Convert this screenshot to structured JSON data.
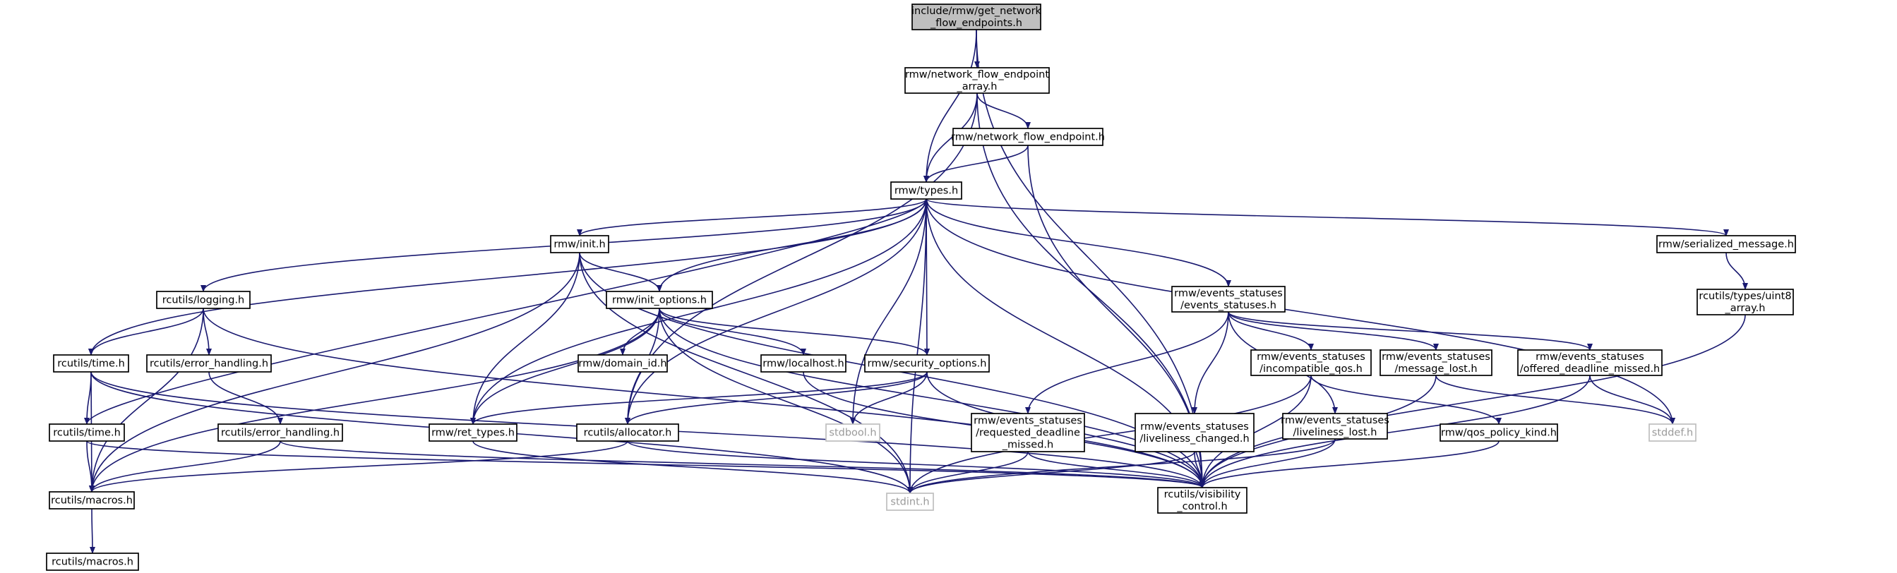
{
  "colors": {
    "edge": "#191970",
    "node_border": "#000000",
    "node_fill": "#ffffff",
    "root_fill": "#bfbfbf",
    "external_border": "#bfbfbf",
    "external_text": "#9a9a9a"
  },
  "nodes": [
    {
      "id": "root",
      "lines": [
        "include/rmw/get_network",
        "_flow_endpoints.h"
      ],
      "kind": "root"
    },
    {
      "id": "nfe_array",
      "lines": [
        "rmw/network_flow_endpoint",
        "_array.h"
      ],
      "kind": "normal"
    },
    {
      "id": "nfe",
      "lines": [
        "rmw/network_flow_endpoint.h"
      ],
      "kind": "normal"
    },
    {
      "id": "types",
      "lines": [
        "rmw/types.h"
      ],
      "kind": "normal"
    },
    {
      "id": "init",
      "lines": [
        "rmw/init.h"
      ],
      "kind": "normal"
    },
    {
      "id": "serialized",
      "lines": [
        "rmw/serialized_message.h"
      ],
      "kind": "normal"
    },
    {
      "id": "uint8",
      "lines": [
        "rcutils/types/uint8",
        "_array.h"
      ],
      "kind": "normal"
    },
    {
      "id": "logging",
      "lines": [
        "rcutils/logging.h"
      ],
      "kind": "normal"
    },
    {
      "id": "init_options",
      "lines": [
        "rmw/init_options.h"
      ],
      "kind": "normal"
    },
    {
      "id": "events",
      "lines": [
        "rmw/events_statuses",
        "/events_statuses.h"
      ],
      "kind": "normal"
    },
    {
      "id": "time1",
      "lines": [
        "rcutils/time.h"
      ],
      "kind": "normal"
    },
    {
      "id": "err1",
      "lines": [
        "rcutils/error_handling.h"
      ],
      "kind": "normal"
    },
    {
      "id": "domain_id",
      "lines": [
        "rmw/domain_id.h"
      ],
      "kind": "normal"
    },
    {
      "id": "localhost",
      "lines": [
        "rmw/localhost.h"
      ],
      "kind": "normal"
    },
    {
      "id": "security",
      "lines": [
        "rmw/security_options.h"
      ],
      "kind": "normal"
    },
    {
      "id": "incompat",
      "lines": [
        "rmw/events_statuses",
        "/incompatible_qos.h"
      ],
      "kind": "normal"
    },
    {
      "id": "msglost",
      "lines": [
        "rmw/events_statuses",
        "/message_lost.h"
      ],
      "kind": "normal"
    },
    {
      "id": "offered",
      "lines": [
        "rmw/events_statuses",
        "/offered_deadline_missed.h"
      ],
      "kind": "normal"
    },
    {
      "id": "stddef",
      "lines": [
        "stddef.h"
      ],
      "kind": "external"
    },
    {
      "id": "time2",
      "lines": [
        "rcutils/time.h"
      ],
      "kind": "normal"
    },
    {
      "id": "err2",
      "lines": [
        "rcutils/error_handling.h"
      ],
      "kind": "normal"
    },
    {
      "id": "ret_types",
      "lines": [
        "rmw/ret_types.h"
      ],
      "kind": "normal"
    },
    {
      "id": "allocator",
      "lines": [
        "rcutils/allocator.h"
      ],
      "kind": "normal"
    },
    {
      "id": "stdbool",
      "lines": [
        "stdbool.h"
      ],
      "kind": "external"
    },
    {
      "id": "requested",
      "lines": [
        "rmw/events_statuses",
        "/requested_deadline",
        "_missed.h"
      ],
      "kind": "normal"
    },
    {
      "id": "liv_changed",
      "lines": [
        "rmw/events_statuses",
        "/liveliness_changed.h"
      ],
      "kind": "normal"
    },
    {
      "id": "liv_lost",
      "lines": [
        "rmw/events_statuses",
        "/liveliness_lost.h"
      ],
      "kind": "normal"
    },
    {
      "id": "qos_kind",
      "lines": [
        "rmw/qos_policy_kind.h"
      ],
      "kind": "normal"
    },
    {
      "id": "macros1",
      "lines": [
        "rcutils/macros.h"
      ],
      "kind": "normal"
    },
    {
      "id": "stdint",
      "lines": [
        "stdint.h"
      ],
      "kind": "external"
    },
    {
      "id": "visibility",
      "lines": [
        "rcutils/visibility",
        "_control.h"
      ],
      "kind": "normal"
    },
    {
      "id": "macros2",
      "lines": [
        "rcutils/macros.h"
      ],
      "kind": "normal"
    }
  ],
  "edges": [
    [
      "root",
      "nfe_array"
    ],
    [
      "root",
      "types"
    ],
    [
      "root",
      "visibility"
    ],
    [
      "nfe_array",
      "nfe"
    ],
    [
      "nfe_array",
      "types"
    ],
    [
      "nfe_array",
      "allocator"
    ],
    [
      "nfe_array",
      "visibility"
    ],
    [
      "nfe",
      "types"
    ],
    [
      "nfe",
      "visibility"
    ],
    [
      "types",
      "init"
    ],
    [
      "types",
      "init_options"
    ],
    [
      "types",
      "events"
    ],
    [
      "types",
      "serialized"
    ],
    [
      "types",
      "logging"
    ],
    [
      "types",
      "time1"
    ],
    [
      "types",
      "security"
    ],
    [
      "types",
      "ret_types"
    ],
    [
      "types",
      "stdbool"
    ],
    [
      "types",
      "stdint"
    ],
    [
      "types",
      "stddef"
    ],
    [
      "types",
      "visibility"
    ],
    [
      "types",
      "allocator"
    ],
    [
      "init",
      "init_options"
    ],
    [
      "init",
      "ret_types"
    ],
    [
      "init",
      "macros1"
    ],
    [
      "init",
      "stdint"
    ],
    [
      "init",
      "visibility"
    ],
    [
      "serialized",
      "uint8"
    ],
    [
      "uint8",
      "visibility"
    ],
    [
      "logging",
      "time1"
    ],
    [
      "logging",
      "err1"
    ],
    [
      "logging",
      "macros1"
    ],
    [
      "logging",
      "visibility"
    ],
    [
      "init_options",
      "domain_id"
    ],
    [
      "init_options",
      "localhost"
    ],
    [
      "init_options",
      "security"
    ],
    [
      "init_options",
      "allocator"
    ],
    [
      "init_options",
      "ret_types"
    ],
    [
      "init_options",
      "macros1"
    ],
    [
      "init_options",
      "stdint"
    ],
    [
      "init_options",
      "visibility"
    ],
    [
      "events",
      "incompat"
    ],
    [
      "events",
      "msglost"
    ],
    [
      "events",
      "offered"
    ],
    [
      "events",
      "requested"
    ],
    [
      "events",
      "liv_changed"
    ],
    [
      "events",
      "liv_lost"
    ],
    [
      "time1",
      "time2"
    ],
    [
      "time1",
      "macros1"
    ],
    [
      "time1",
      "stdint"
    ],
    [
      "time1",
      "visibility"
    ],
    [
      "time2",
      "macros1"
    ],
    [
      "time2",
      "visibility"
    ],
    [
      "time2",
      "types"
    ],
    [
      "err1",
      "err2"
    ],
    [
      "err2",
      "macros1"
    ],
    [
      "err2",
      "visibility"
    ],
    [
      "localhost",
      "visibility"
    ],
    [
      "security",
      "allocator"
    ],
    [
      "security",
      "ret_types"
    ],
    [
      "security",
      "stdbool"
    ],
    [
      "security",
      "visibility"
    ],
    [
      "incompat",
      "qos_kind"
    ],
    [
      "incompat",
      "stdint"
    ],
    [
      "incompat",
      "visibility"
    ],
    [
      "msglost",
      "stddef"
    ],
    [
      "msglost",
      "visibility"
    ],
    [
      "offered",
      "stddef"
    ],
    [
      "offered",
      "visibility"
    ],
    [
      "ret_types",
      "stdint"
    ],
    [
      "allocator",
      "macros1"
    ],
    [
      "allocator",
      "visibility"
    ],
    [
      "requested",
      "stdint"
    ],
    [
      "requested",
      "visibility"
    ],
    [
      "liv_changed",
      "stdint"
    ],
    [
      "liv_changed",
      "visibility"
    ],
    [
      "liv_lost",
      "stdint"
    ],
    [
      "liv_lost",
      "visibility"
    ],
    [
      "qos_kind",
      "visibility"
    ],
    [
      "macros1",
      "macros2"
    ]
  ]
}
